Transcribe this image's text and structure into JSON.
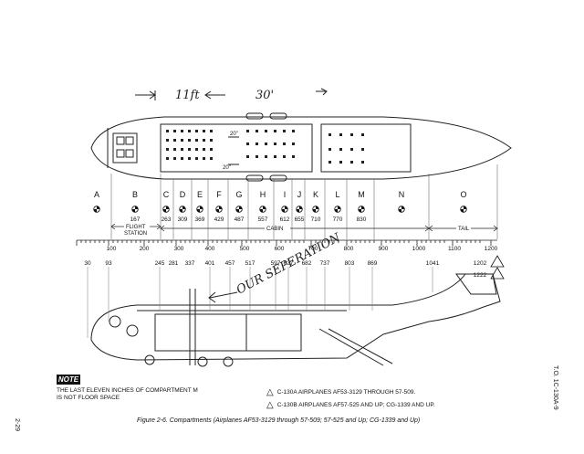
{
  "handwriting": {
    "dim_left": "11ft",
    "dim_right": "30'",
    "separation_note": "OUR SEPERATION"
  },
  "compartments": [
    {
      "letter": "A",
      "station": ""
    },
    {
      "letter": "B",
      "station": "167"
    },
    {
      "letter": "C",
      "station": "263"
    },
    {
      "letter": "D",
      "station": "309"
    },
    {
      "letter": "E",
      "station": "369"
    },
    {
      "letter": "F",
      "station": "429"
    },
    {
      "letter": "G",
      "station": "487"
    },
    {
      "letter": "H",
      "station": "557"
    },
    {
      "letter": "I",
      "station": "612"
    },
    {
      "letter": "J",
      "station": "655"
    },
    {
      "letter": "K",
      "station": "710"
    },
    {
      "letter": "L",
      "station": "770"
    },
    {
      "letter": "M",
      "station": "830"
    },
    {
      "letter": "N",
      "station": ""
    },
    {
      "letter": "O",
      "station": ""
    }
  ],
  "zones": {
    "flight_station": "FLIGHT\nSTATION",
    "flight_label": "FLIGHT",
    "station_label": "STATION",
    "cabin": "CABIN",
    "tail": "TAIL"
  },
  "scale_top": [
    "100",
    "200",
    "300",
    "400",
    "500",
    "600",
    "700",
    "800",
    "900",
    "1000",
    "1100",
    "1200"
  ],
  "scale_bottom": [
    "30",
    "93",
    "245",
    "281",
    "337",
    "401",
    "457",
    "517",
    "597",
    "627",
    "682",
    "737",
    "803",
    "869",
    "1041",
    "1202",
    "1222"
  ],
  "floor_plan_labels": [
    "20\"",
    "20\""
  ],
  "note": {
    "label": "NOTE",
    "line1": "THE LAST ELEVEN INCHES OF COMPARTMENT M",
    "line2": "IS NOT FLOOR SPACE"
  },
  "legend": [
    {
      "marker": "1",
      "text": "C-130A AIRPLANES AF53-3129 THROUGH 57-509."
    },
    {
      "marker": "2",
      "text": "C-130B AIRPLANES AF57-525 AND UP; CG-1339 AND UP."
    }
  ],
  "caption": "Figure 2-6. Compartments (Airplanes AF53-3129 through 57-509; 57-525 and Up; CG-1339 and Up)",
  "page_number": "2-29",
  "to_number": "T.O. 1C-130A-9"
}
